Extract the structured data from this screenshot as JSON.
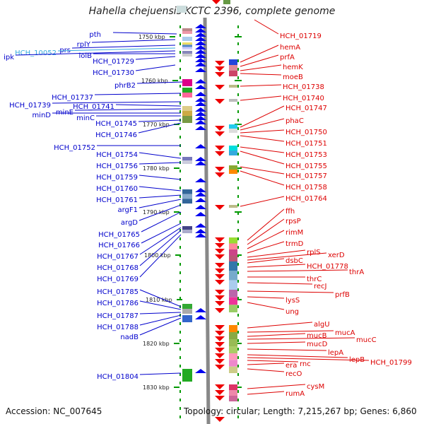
{
  "title": "Hahella chejuensis KCTC 2396, complete genome",
  "accession": "Accession: NC_007645",
  "stats": "Topology: circular; Length: 7,215,267 bp; Genes: 6,860",
  "colors": {
    "left_label": "#0000cc",
    "left_label_alt": "#33aadd",
    "right_label": "#dd0000",
    "backbone": "#888888",
    "tick": "#009900",
    "scale_text": "#222222",
    "fwd_arrow": "#0000ee",
    "rev_arrow": "#ee0000"
  },
  "scale_ticks": [
    "1750 kbp",
    "1760 kbp",
    "1770 kbp",
    "1780 kbp",
    "1790 kbp",
    "1800 kbp",
    "1810 kbp",
    "1820 kbp",
    "1830 kbp"
  ],
  "left_genes": [
    "pth",
    "rplY",
    "prs",
    "HCH_10052",
    "ipk",
    "lolB",
    "HCH_01729",
    "HCH_01730",
    "phrB2",
    "HCH_01737",
    "HCH_01739",
    "HCH_01741",
    "minE",
    "minD",
    "minC",
    "HCH_01745",
    "HCH_01746",
    "HCH_01752",
    "HCH_01754",
    "HCH_01756",
    "HCH_01759",
    "HCH_01760",
    "HCH_01761",
    "argF1",
    "argD",
    "HCH_01765",
    "HCH_01766",
    "HCH_01767",
    "HCH_01768",
    "HCH_01769",
    "HCH_01785",
    "HCH_01786",
    "HCH_01787",
    "HCH_01788",
    "nadB",
    "HCH_01804"
  ],
  "right_genes": [
    "HCH_01719",
    "hemA",
    "prfA",
    "hemK",
    "moeB",
    "HCH_01738",
    "HCH_01740",
    "HCH_01747",
    "phaC",
    "HCH_01750",
    "HCH_01751",
    "HCH_01753",
    "HCH_01755",
    "HCH_01757",
    "HCH_01758",
    "HCH_01764",
    "ffh",
    "rpsP",
    "rimM",
    "trmD",
    "rplS",
    "xerD",
    "dsbC",
    "HCH_01778",
    "thrA",
    "thrC",
    "recJ",
    "prfB",
    "lysS",
    "ung",
    "algU",
    "mucA",
    "mucB",
    "mucC",
    "mucD",
    "lepA",
    "lepB",
    "HCH_01799",
    "rnc",
    "era",
    "recO",
    "cysM",
    "rumA"
  ]
}
